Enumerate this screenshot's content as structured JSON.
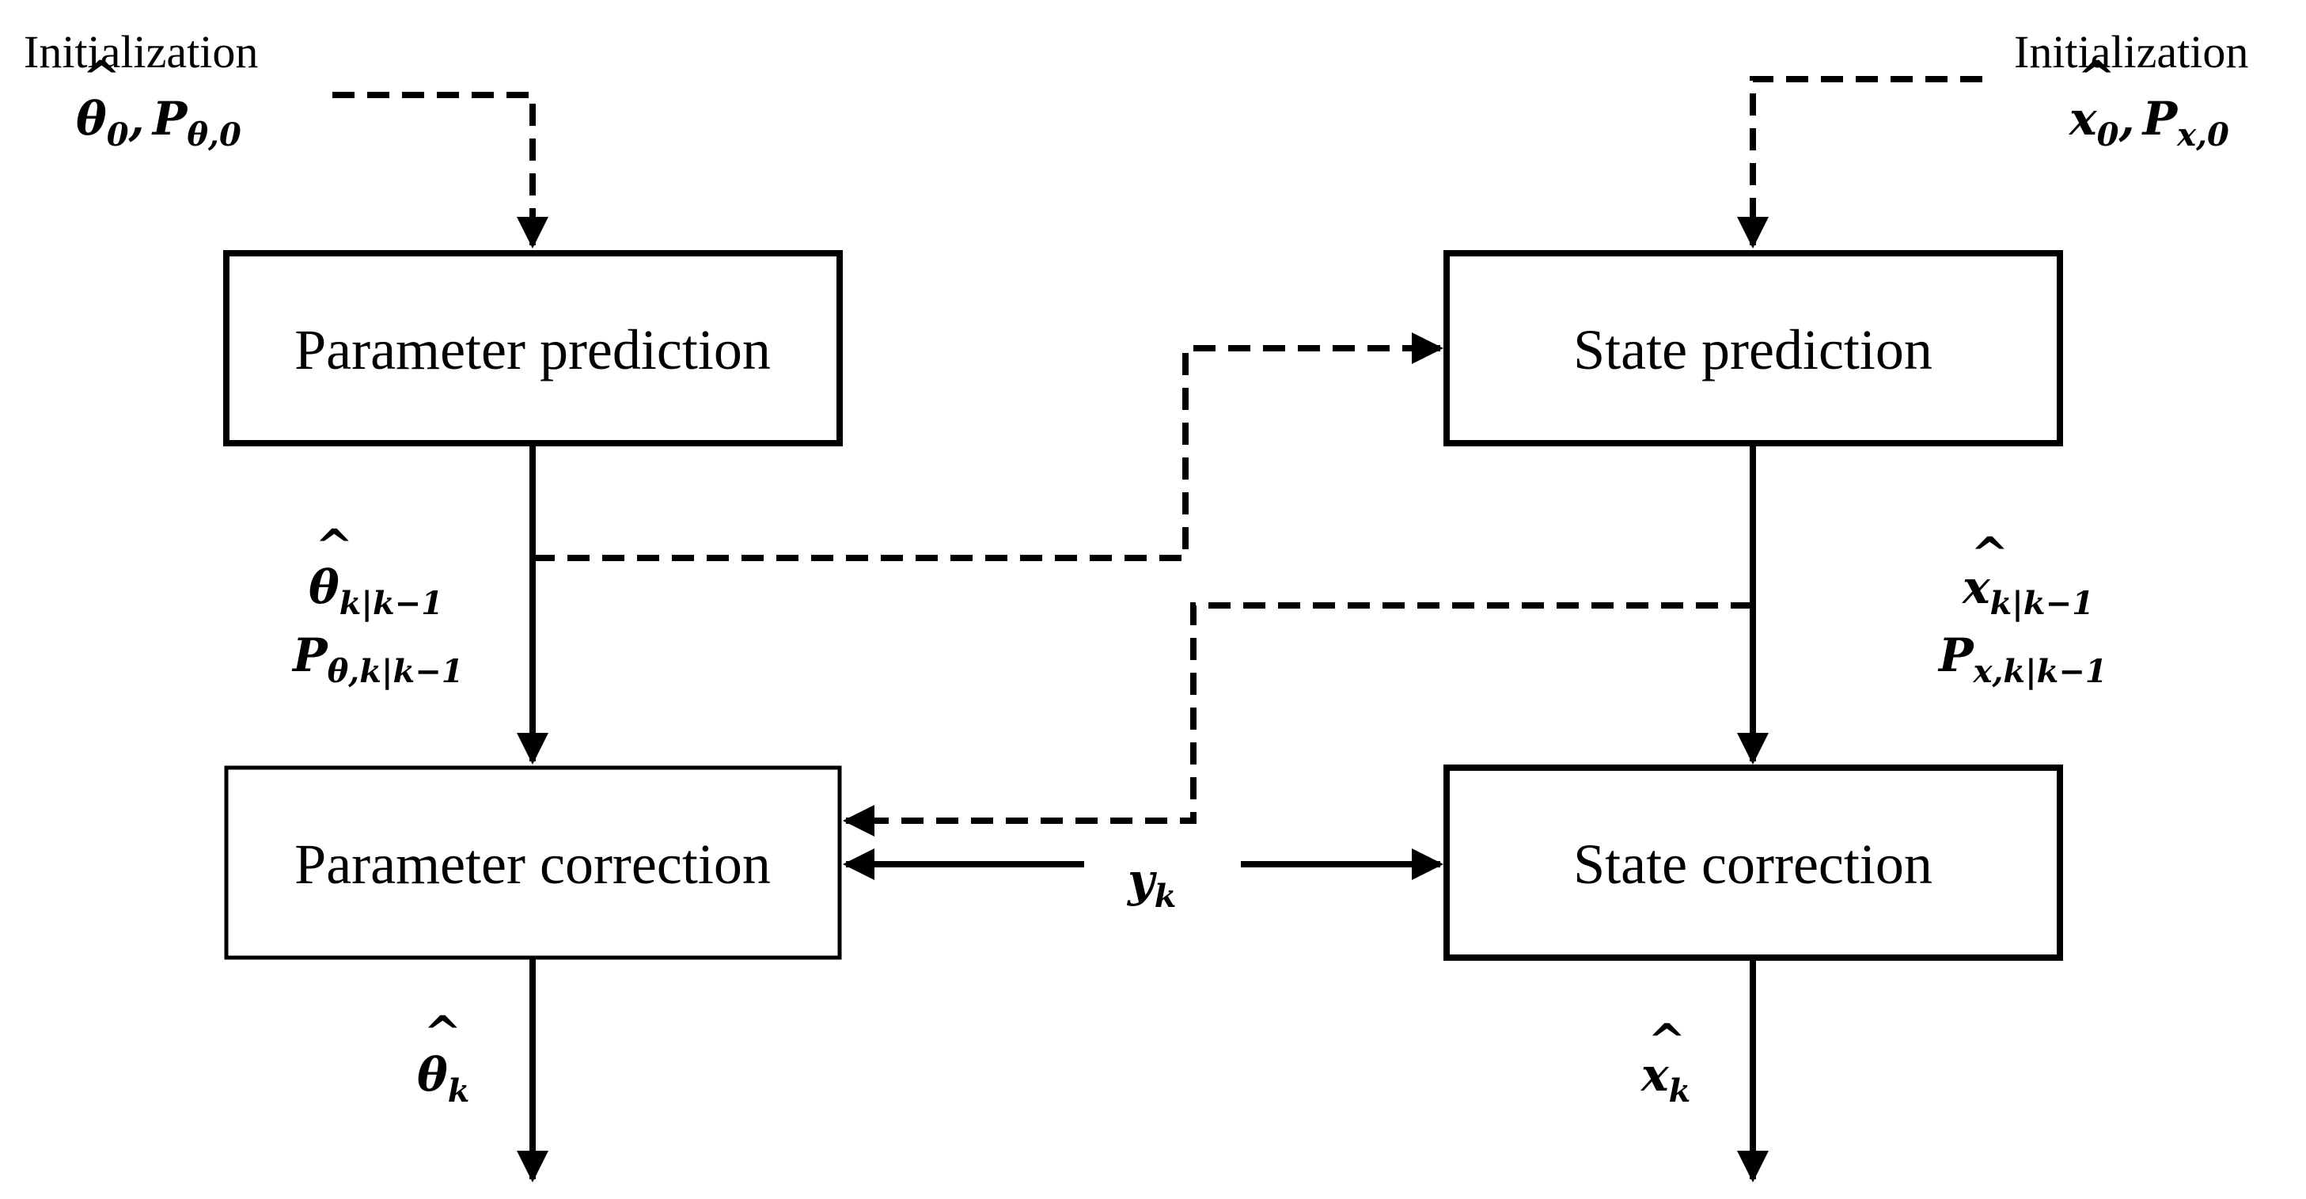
{
  "diagram": {
    "blocks": {
      "parameter_prediction": "Parameter prediction",
      "state_prediction": "State prediction",
      "parameter_correction": "Parameter correction",
      "state_correction": "State correction"
    },
    "init_left": {
      "title": "Initialization",
      "theta_main": "θ",
      "theta_sub": "0",
      "comma": ",",
      "p_main": "P",
      "p_sub": "θ,0"
    },
    "init_right": {
      "title": "Initialization",
      "x_main": "x",
      "x_sub": "0",
      "comma": ",",
      "p_main": "P",
      "p_sub": "x,0"
    },
    "param_pred_out": {
      "theta_main": "θ",
      "theta_sub": "k|k−1",
      "p_main": "P",
      "p_sub": "θ,k|k−1"
    },
    "state_pred_out": {
      "x_main": "x",
      "x_sub": "k|k−1",
      "p_main": "P",
      "p_sub": "x,k|k−1"
    },
    "measurement": {
      "main": "y",
      "sub": "k"
    },
    "param_output": {
      "main": "θ",
      "sub": "k"
    },
    "state_output": {
      "main": "x",
      "sub": "k"
    },
    "hat_symbol": "^"
  }
}
